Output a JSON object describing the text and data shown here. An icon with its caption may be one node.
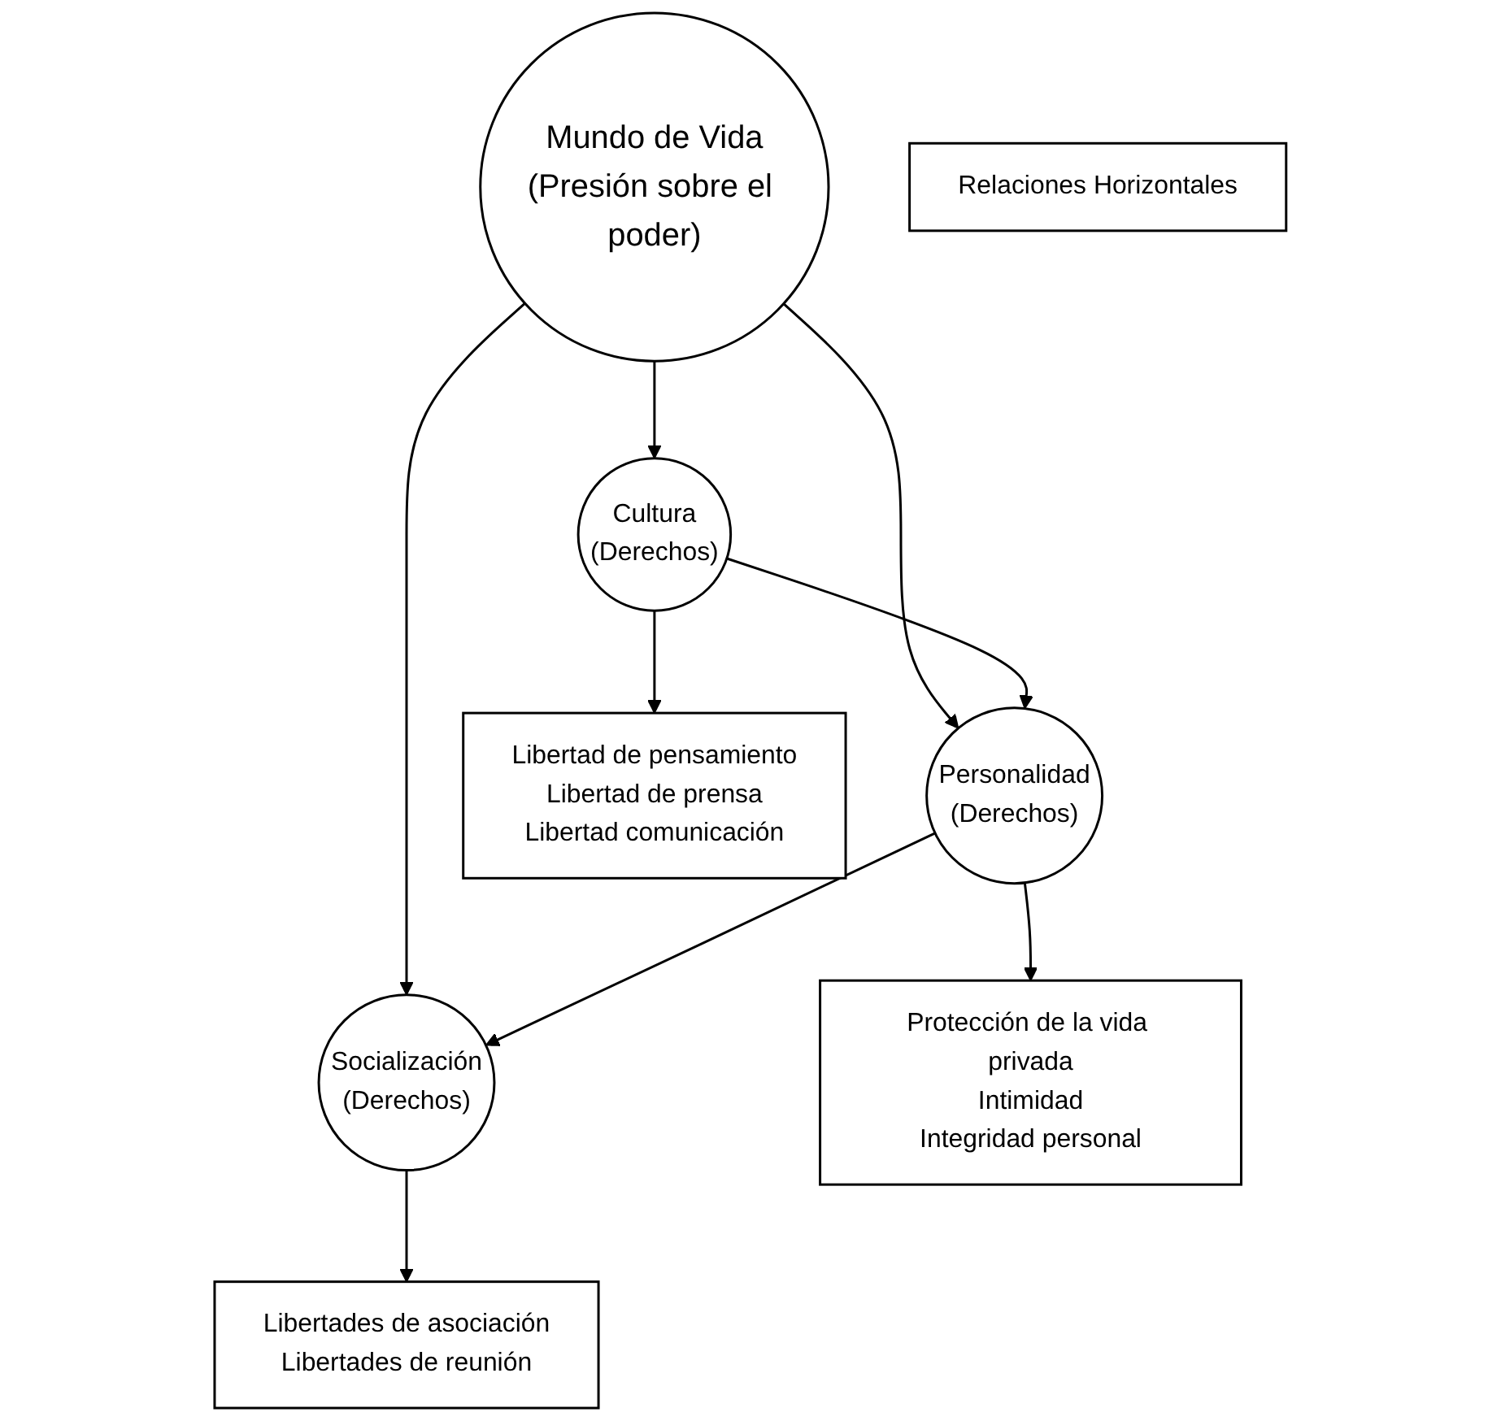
{
  "diagram": {
    "nodes": [
      {
        "text": [
          "Mundo de Vida",
          "(Presión sobre el poder)"
        ]
      },
      {
        "text": [
          "Cultura",
          "(Derechos)"
        ]
      },
      {
        "text": [
          "Personalidad",
          "(Derechos)"
        ]
      },
      {
        "text": [
          "Socialización",
          "(Derechos)"
        ]
      },
      {
        "text": [
          "Libertad de pensamiento",
          "Libertad de prensa",
          "Libertad comunicación"
        ]
      },
      {
        "text": [
          "Protección de la vida privada",
          "Intimidad",
          "Integridad personal"
        ]
      },
      {
        "text": [
          "Libertades de asociación",
          "Libertades de reunión"
        ]
      },
      {
        "text": [
          "Relaciones Horizontales"
        ]
      }
    ],
    "edges": [
      {
        "from": 0,
        "to": 1,
        "arrow": "to"
      },
      {
        "from": 0,
        "to": 2,
        "arrow": "to"
      },
      {
        "from": 0,
        "to": 3,
        "arrow": "to"
      },
      {
        "from": 1,
        "to": 2,
        "arrow": "to"
      },
      {
        "from": 2,
        "to": 3,
        "arrow": "to"
      },
      {
        "from": 1,
        "to": 4,
        "arrow": "to"
      },
      {
        "from": 2,
        "to": 5,
        "arrow": "to"
      },
      {
        "from": 3,
        "to": 6,
        "arrow": "to"
      }
    ]
  }
}
